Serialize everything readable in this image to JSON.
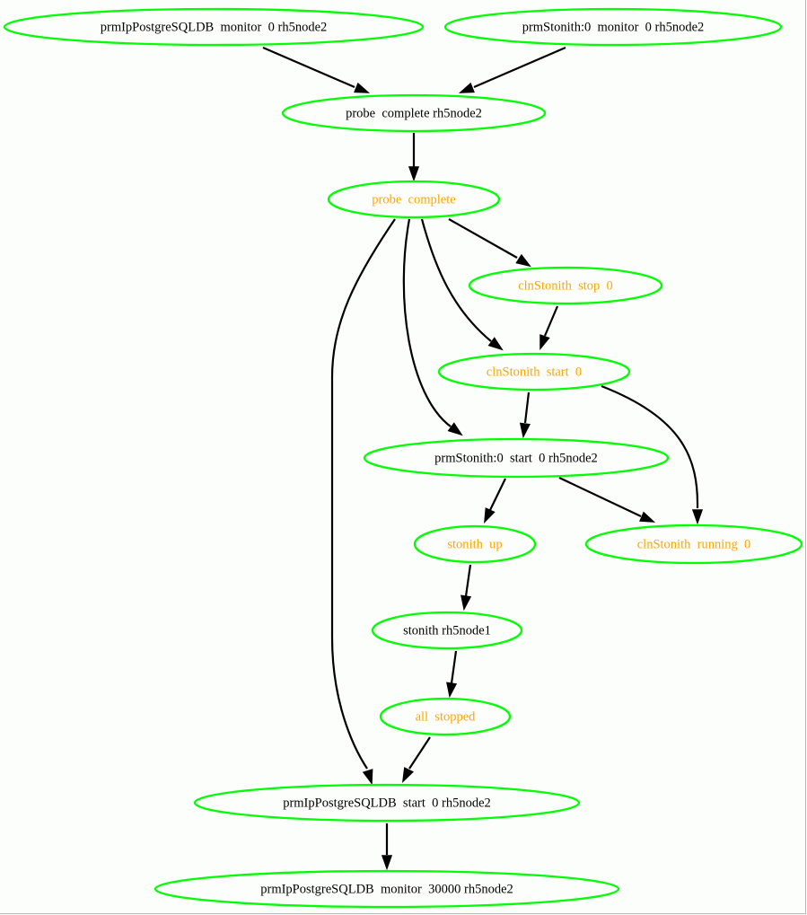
{
  "colors": {
    "background": "#fcfefc",
    "node_border": "#00ff00",
    "edge": "#000000",
    "text_black": "#000000",
    "text_orange": "#ffa500"
  },
  "nodes": [
    {
      "id": "prmIp_monitor0",
      "label": "prmIpPostgreSQLDB  monitor  0 rh5node2",
      "text_color": "black"
    },
    {
      "id": "prmStonith_monitor0",
      "label": "prmStonith:0  monitor  0 rh5node2",
      "text_color": "black"
    },
    {
      "id": "probe_complete_node",
      "label": "probe  complete rh5node2",
      "text_color": "black"
    },
    {
      "id": "probe_complete",
      "label": "probe  complete",
      "text_color": "orange"
    },
    {
      "id": "cln_stop",
      "label": "clnStonith  stop  0",
      "text_color": "orange"
    },
    {
      "id": "cln_start",
      "label": "clnStonith  start  0",
      "text_color": "orange"
    },
    {
      "id": "prmStonith_start",
      "label": "prmStonith:0  start  0 rh5node2",
      "text_color": "black"
    },
    {
      "id": "stonith_up",
      "label": "stonith  up",
      "text_color": "orange"
    },
    {
      "id": "cln_running",
      "label": "clnStonith  running  0",
      "text_color": "orange"
    },
    {
      "id": "stonith_node1",
      "label": "stonith rh5node1",
      "text_color": "black"
    },
    {
      "id": "all_stopped",
      "label": "all  stopped",
      "text_color": "orange"
    },
    {
      "id": "prmIp_start",
      "label": "prmIpPostgreSQLDB  start  0 rh5node2",
      "text_color": "black"
    },
    {
      "id": "prmIp_monitor30000",
      "label": "prmIpPostgreSQLDB  monitor  30000 rh5node2",
      "text_color": "black"
    }
  ],
  "edges": [
    {
      "from": "prmIp_monitor0",
      "to": "probe_complete_node"
    },
    {
      "from": "prmStonith_monitor0",
      "to": "probe_complete_node"
    },
    {
      "from": "probe_complete_node",
      "to": "probe_complete"
    },
    {
      "from": "probe_complete",
      "to": "cln_stop"
    },
    {
      "from": "probe_complete",
      "to": "cln_start"
    },
    {
      "from": "probe_complete",
      "to": "prmStonith_start"
    },
    {
      "from": "probe_complete",
      "to": "prmIp_start"
    },
    {
      "from": "cln_stop",
      "to": "cln_start"
    },
    {
      "from": "cln_start",
      "to": "prmStonith_start"
    },
    {
      "from": "cln_start",
      "to": "cln_running"
    },
    {
      "from": "prmStonith_start",
      "to": "stonith_up"
    },
    {
      "from": "prmStonith_start",
      "to": "cln_running"
    },
    {
      "from": "stonith_up",
      "to": "stonith_node1"
    },
    {
      "from": "stonith_node1",
      "to": "all_stopped"
    },
    {
      "from": "all_stopped",
      "to": "prmIp_start"
    },
    {
      "from": "prmIp_start",
      "to": "prmIp_monitor30000"
    }
  ]
}
